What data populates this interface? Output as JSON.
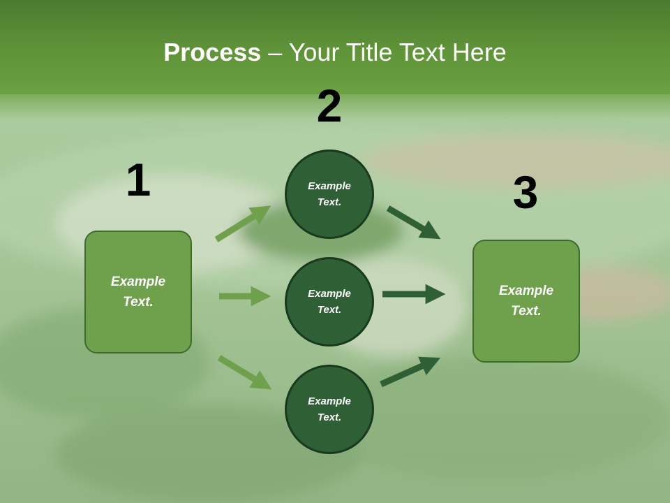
{
  "title": {
    "strong": "Process",
    "rest": " – Your Title Text Here"
  },
  "steps": [
    {
      "number": "1",
      "label": "Example Text."
    },
    {
      "number": "2",
      "label": "Example Text."
    },
    {
      "number": "3",
      "label": "Example Text."
    }
  ],
  "circles": [
    {
      "label": "Example Text."
    },
    {
      "label": "Example Text."
    },
    {
      "label": "Example Text."
    }
  ],
  "colors": {
    "title_band": "#5f9438",
    "box_fill": "#6fa14c",
    "circle_fill": "#2f6035",
    "arrow_light": "#6fa14c",
    "arrow_dark": "#2f6035"
  }
}
